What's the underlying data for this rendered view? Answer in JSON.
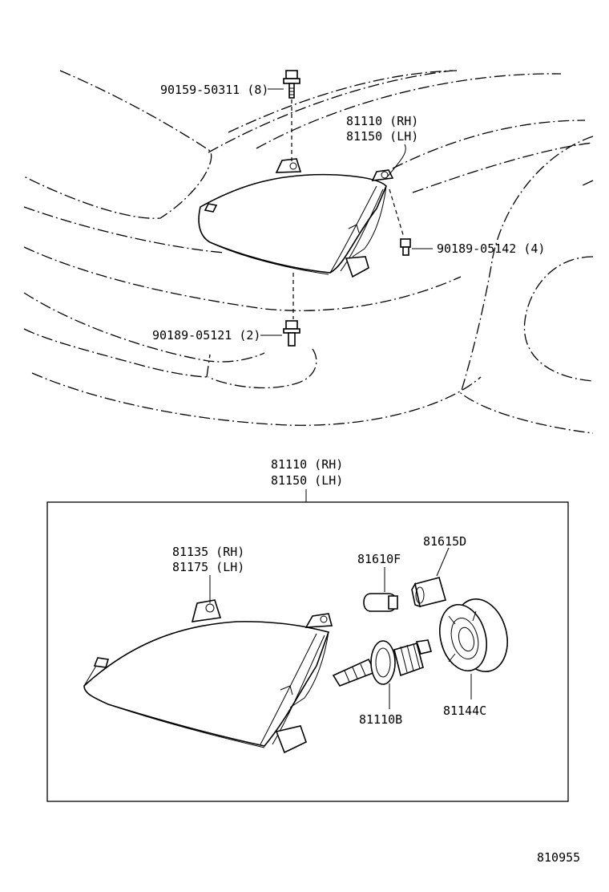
{
  "labels": {
    "bolt_top": "90159-50311 (8)",
    "assy_top_rh": "81110 (RH)",
    "assy_top_lh": "81150 (LH)",
    "screw_side": "90189-05142 (4)",
    "screw_bottom": "90189-05121 (2)",
    "assy_box_rh": "81110 (RH)",
    "assy_box_lh": "81150 (LH)",
    "unit_rh": "81135 (RH)",
    "unit_lh": "81175 (LH)",
    "bulb_small": "81610F",
    "socket": "81615D",
    "bulb_main": "81110B",
    "cover": "81144C",
    "diagram_no": "810955"
  }
}
